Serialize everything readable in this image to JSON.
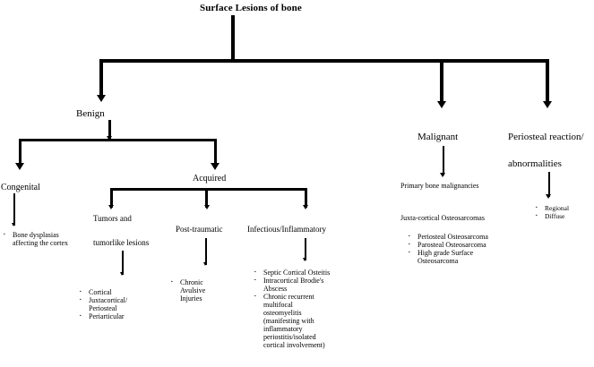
{
  "diagram": {
    "title": "Surface Lesions of bone",
    "type": "flowchart",
    "nodes": {
      "benign": "Benign",
      "malignant": "Malignant",
      "periosteal_line1": "Periosteal reaction/",
      "periosteal_line2": "abnormalities",
      "congenital": "Congenital",
      "acquired": "Acquired",
      "tumors_line1": "Tumors and",
      "tumors_line2": "tumorlike lesions",
      "post_traumatic": "Post-traumatic",
      "infectious": "Infectious/Inflammatory",
      "primary_bone_malignancies": "Primary bone malignancies",
      "juxta_cortical": "Juxta-cortical Osteosarcomas"
    },
    "lists": {
      "congenital_items": [
        "Bone dysplasias\naffecting the cortex"
      ],
      "tumors_items": [
        "Cortical",
        "Juxtacortical/\nPeriosteal",
        "Periarticular"
      ],
      "post_traumatic_items": [
        "Chronic\nAvulsive\nInjuries"
      ],
      "infectious_items": [
        "Septic Cortical Osteitis",
        "Intracortical Brodie's\nAbscess",
        "Chronic recurrent\nmultifocal\nosteomyelitis\n(manifesting with\ninflammatory\nperiostitis/isolated\ncortical involvement)"
      ],
      "malignant_items": [
        "Periosteal Osteosarcoma",
        "Parosteal Osteosarcoma",
        "High grade Surface\nOsteosarcoma"
      ],
      "periosteal_items": [
        "Regional",
        "Diffuse"
      ]
    },
    "colors": {
      "line": "#000000",
      "text": "#000000",
      "background": "#ffffff"
    }
  }
}
